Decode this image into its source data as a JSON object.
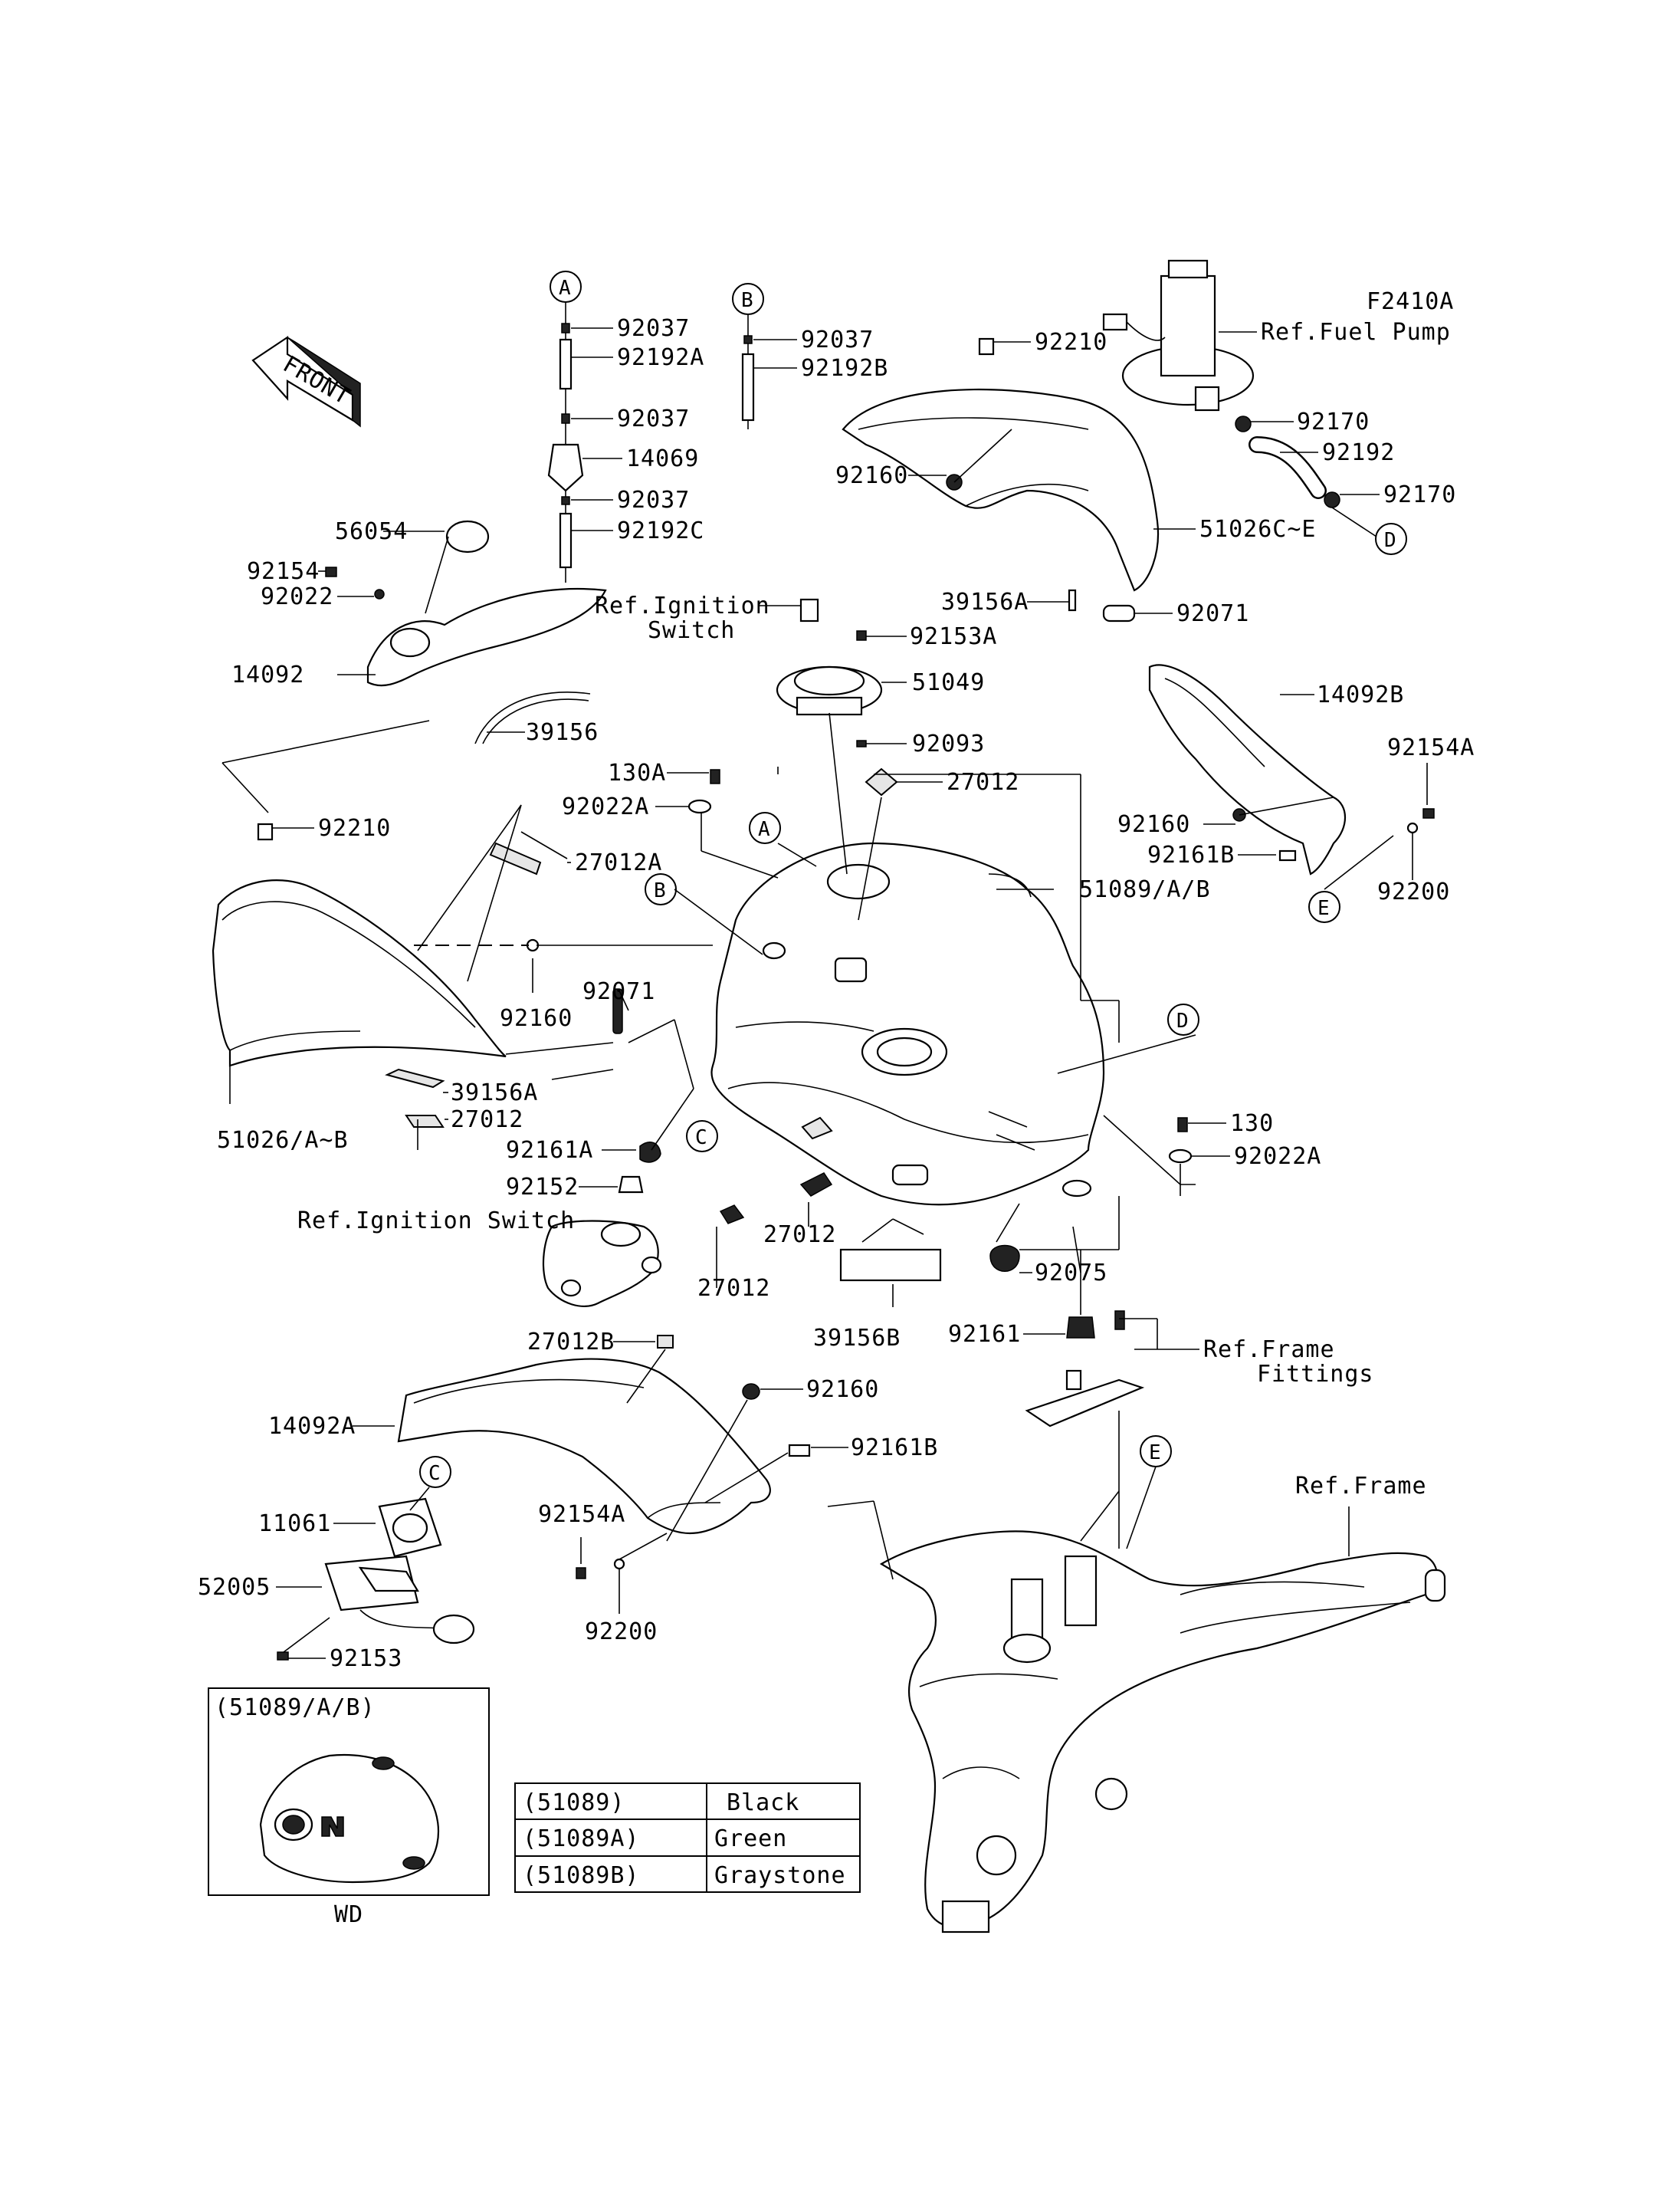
{
  "diagram_code": "F2410A",
  "front_label": "FRONT",
  "callouts": {
    "A": "A",
    "B": "B",
    "C": "C",
    "D": "D",
    "E": "E"
  },
  "parts": {
    "p92037_a1": "92037",
    "p92192A": "92192A",
    "p92037_a2": "92037",
    "p14069": "14069",
    "p92037_a3": "92037",
    "p92192C": "92192C",
    "p92037_b": "92037",
    "p92192B": "92192B",
    "p92210_top": "92210",
    "p92160_top": "92160",
    "p51026CE": "51026C~E",
    "p92170_a": "92170",
    "p92192": "92192",
    "p92170_b": "92170",
    "p39156A_top": "39156A",
    "p92071_top": "92071",
    "p56054": "56054",
    "p92154": "92154",
    "p92022": "92022",
    "p14092": "14092",
    "p39156": "39156",
    "p92153A": "92153A",
    "p51049": "51049",
    "p92093": "92093",
    "p130A": "130A",
    "p92022A_top": "92022A",
    "p27012_top": "27012",
    "p92210_left": "92210",
    "p27012A": "27012A",
    "p51089AB": "51089/A/B",
    "p14092B": "14092B",
    "p92154A_right": "92154A",
    "p92160_right": "92160",
    "p92161B_right": "92161B",
    "p92200_right": "92200",
    "p92160_mid": "92160",
    "p92071_mid": "92071",
    "p39156A_mid": "39156A",
    "p27012_left": "27012",
    "p51026AB": "51026/A~B",
    "p92161A": "92161A",
    "p92152": "92152",
    "p27012_c1": "27012",
    "p27012_c2": "27012",
    "p39156B": "39156B",
    "p130": "130",
    "p92022A_right": "92022A",
    "p92075": "92075",
    "p92161": "92161",
    "p27012B": "27012B",
    "p14092A": "14092A",
    "p92160_bot": "92160",
    "p92161B_bot": "92161B",
    "p11061": "11061",
    "p52005": "52005",
    "p92153": "92153",
    "p92154A_bot": "92154A",
    "p92200_bot": "92200"
  },
  "references": {
    "fuel_pump": "Ref.Fuel Pump",
    "ignition_switch_top_1": "Ref.Ignition",
    "ignition_switch_top_2": "Switch",
    "ignition_switch_mid": "Ref.Ignition Switch",
    "frame_fittings_1": "Ref.Frame",
    "frame_fittings_2": "Fittings",
    "frame": "Ref.Frame"
  },
  "inset": {
    "title": "(51089/A/B)",
    "caption": "WD"
  },
  "color_table": {
    "rows": [
      {
        "code": "(51089)",
        "color": "Black"
      },
      {
        "code": "(51089A)",
        "color": "Green"
      },
      {
        "code": "(51089B)",
        "color": "Graystone"
      }
    ]
  }
}
